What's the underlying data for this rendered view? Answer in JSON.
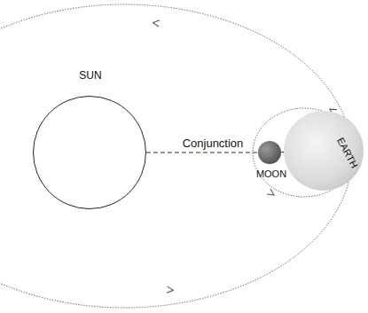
{
  "diagram": {
    "nodes": [
      {
        "text": [
          "SUN"
        ]
      },
      {
        "text": [
          "MOON"
        ]
      },
      {
        "text": [
          "EARTH"
        ]
      }
    ],
    "edges": [
      {
        "from": 0,
        "to": 1,
        "label": "Conjunction",
        "arrow": "none"
      },
      {
        "from": 1,
        "to": 2,
        "arrow": "none"
      }
    ]
  }
}
